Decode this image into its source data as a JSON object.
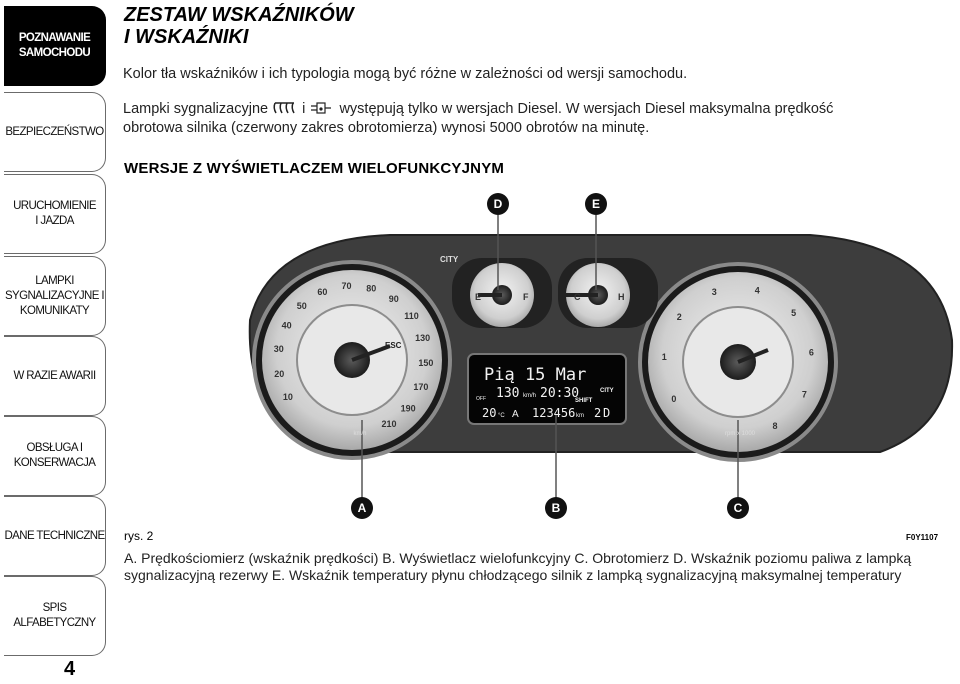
{
  "sidebar": {
    "tabs": [
      {
        "label": "POZNAWANIE SAMOCHODU",
        "active": true
      },
      {
        "label": "BEZPIECZEŃSTWO",
        "active": false
      },
      {
        "label": "URUCHOMIENIE I JAZDA",
        "active": false
      },
      {
        "label": "LAMPKI SYGNALIZACYJNE I KOMUNIKATY",
        "active": false
      },
      {
        "label": "W RAZIE AWARII",
        "active": false
      },
      {
        "label": "OBSŁUGA I KONSERWACJA",
        "active": false
      },
      {
        "label": "DANE TECHNICZNE",
        "active": false
      },
      {
        "label": "SPIS ALFABETYCZNY",
        "active": false
      }
    ]
  },
  "page_number": "4",
  "title": {
    "line1": "ZESTAW WSKAŹNIKÓW",
    "line2": "I WSKAŹNIKI"
  },
  "intro": "Kolor tła wskaźników i ich typologia mogą być różne w zależności od wersji samochodu.",
  "note": {
    "part1": "Lampki sygnalizacyjne",
    "part2": "i",
    "part3": "występują tylko w wersjach Diesel. W wersjach Diesel maksymalna prędkość",
    "line2": "obrotowa silnika (czerwony zakres obrotomierza) wynosi 5000 obrotów na minutę."
  },
  "section_heading": "WERSJE Z WYŚWIETLACZEM WIELOFUNKCYJNYM",
  "figure": {
    "label": "rys. 2",
    "code": "F0Y1107",
    "callouts": [
      "A",
      "B",
      "C",
      "D",
      "E"
    ],
    "speedometer": {
      "ticks": [
        "10",
        "20",
        "30",
        "40",
        "50",
        "60",
        "70",
        "80",
        "90",
        "110",
        "130",
        "150",
        "170",
        "190",
        "210"
      ],
      "unit": "km/h",
      "esc": "ESC"
    },
    "tachometer": {
      "ticks": [
        "0",
        "1",
        "2",
        "3",
        "4",
        "5",
        "6",
        "7",
        "8"
      ],
      "unit": "rpm x 1000"
    },
    "fuel": {
      "empty": "E",
      "full": "F"
    },
    "temp": {
      "cold": "C",
      "hot": "H"
    },
    "city_label": "CITY",
    "display": {
      "date": "Pią 15 Mar",
      "speed": "130",
      "speed_unit": "km/h",
      "time": "20:30",
      "shift": "SHIFT",
      "city": "CITY",
      "off": "OFF",
      "temperature": "20",
      "temp_unit": "°C",
      "auto": "A",
      "odometer": "123456",
      "odo_unit": "km",
      "gear": "2",
      "gear_suffix": "D"
    }
  },
  "caption": "A. Prędkościomierz (wskaźnik prędkości) B. Wyświetlacz wielofunkcyjny C. Obrotomierz D. Wskaźnik poziomu paliwa z lampką sygnalizacyjną rezerwy E. Wskaźnik temperatury płynu chłodzącego silnik z lampką sygnalizacyjną maksymalnej temperatury"
}
